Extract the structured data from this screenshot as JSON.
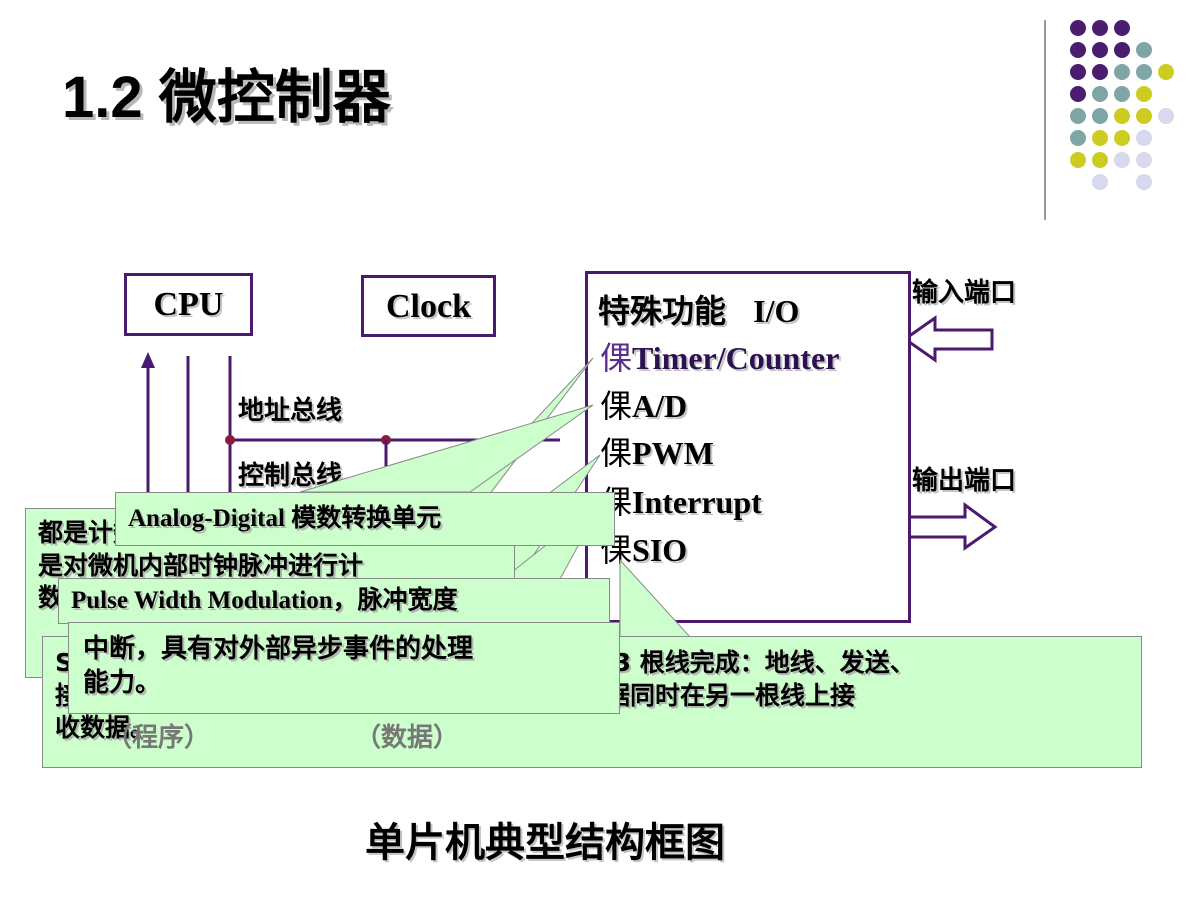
{
  "slide": {
    "title": "1.2  微控制器",
    "caption": "单片机典型结构框图"
  },
  "decor": {
    "dots": [
      {
        "color": "#4a1d6e"
      },
      {
        "color": "#4a1d6e"
      },
      {
        "color": "#4a1d6e"
      },
      {
        "color": "#4a1d6e"
      },
      {
        "color": "#4a1d6e"
      },
      {
        "color": "#4a1d6e"
      },
      {
        "color": "#7fa6a6"
      },
      {
        "color": "#4a1d6e"
      },
      {
        "color": "#4a1d6e"
      },
      {
        "color": "#7fa6a6"
      },
      {
        "color": "#7fa6a6"
      },
      {
        "color": "#cccc22"
      },
      {
        "color": "#4a1d6e"
      },
      {
        "color": "#7fa6a6"
      },
      {
        "color": "#7fa6a6"
      },
      {
        "color": "#cccc22"
      },
      {
        "color": "#7fa6a6"
      },
      {
        "color": "#7fa6a6"
      },
      {
        "color": "#cccc22"
      },
      {
        "color": "#cccc22"
      },
      {
        "color": "#d8d8ee"
      },
      {
        "color": "#7fa6a6"
      },
      {
        "color": "#cccc22"
      },
      {
        "color": "#cccc22"
      },
      {
        "color": "#d8d8ee"
      },
      {
        "color": "#cccc22"
      },
      {
        "color": "#cccc22"
      },
      {
        "color": "#d8d8ee"
      },
      {
        "color": "#d8d8ee"
      },
      {
        "color": "#d8d8ee"
      },
      {
        "color": "#d8d8ee"
      }
    ]
  },
  "diagram": {
    "cpu_label": "CPU",
    "clock_label": "Clock",
    "address_bus": "地址总线",
    "control_bus": "控制总线",
    "io_box": {
      "heading": "特殊功能",
      "heading_io": "I/O",
      "bullet_glyph": "倮",
      "items": [
        "Timer/Counter",
        "A/D",
        "PWM",
        "Interrupt",
        "SIO"
      ]
    },
    "input_port": "输入端口",
    "output_port": "输出端口",
    "hidden_fragments": {
      "port_partial": "端口",
      "program_partial": "（程序）",
      "data_partial": "（数据）"
    }
  },
  "callouts": {
    "timer_counter": "都是计数器，其中通过选择\n是对微机内部时钟脉冲进行计\n数还是对外部信号进行计数来实现",
    "analog_digital": "Analog-Digital 模数转换单元",
    "pwm": "Pulse Width Modulation，脉冲宽度",
    "interrupt": "中断，具有对外部异步事件的处理\n能力。",
    "sio": "Serial Interface I/O 串行输入输出。通信使用 3 根线完成：地线、发送、\n接收。通信是异步的，端口能够在一根线上发送数据同时在另一根线上接\n收数据。"
  },
  "colors": {
    "accent": "#4b1a6e",
    "note_bg": "#ccffcc",
    "bullet": "#5c2d91"
  }
}
